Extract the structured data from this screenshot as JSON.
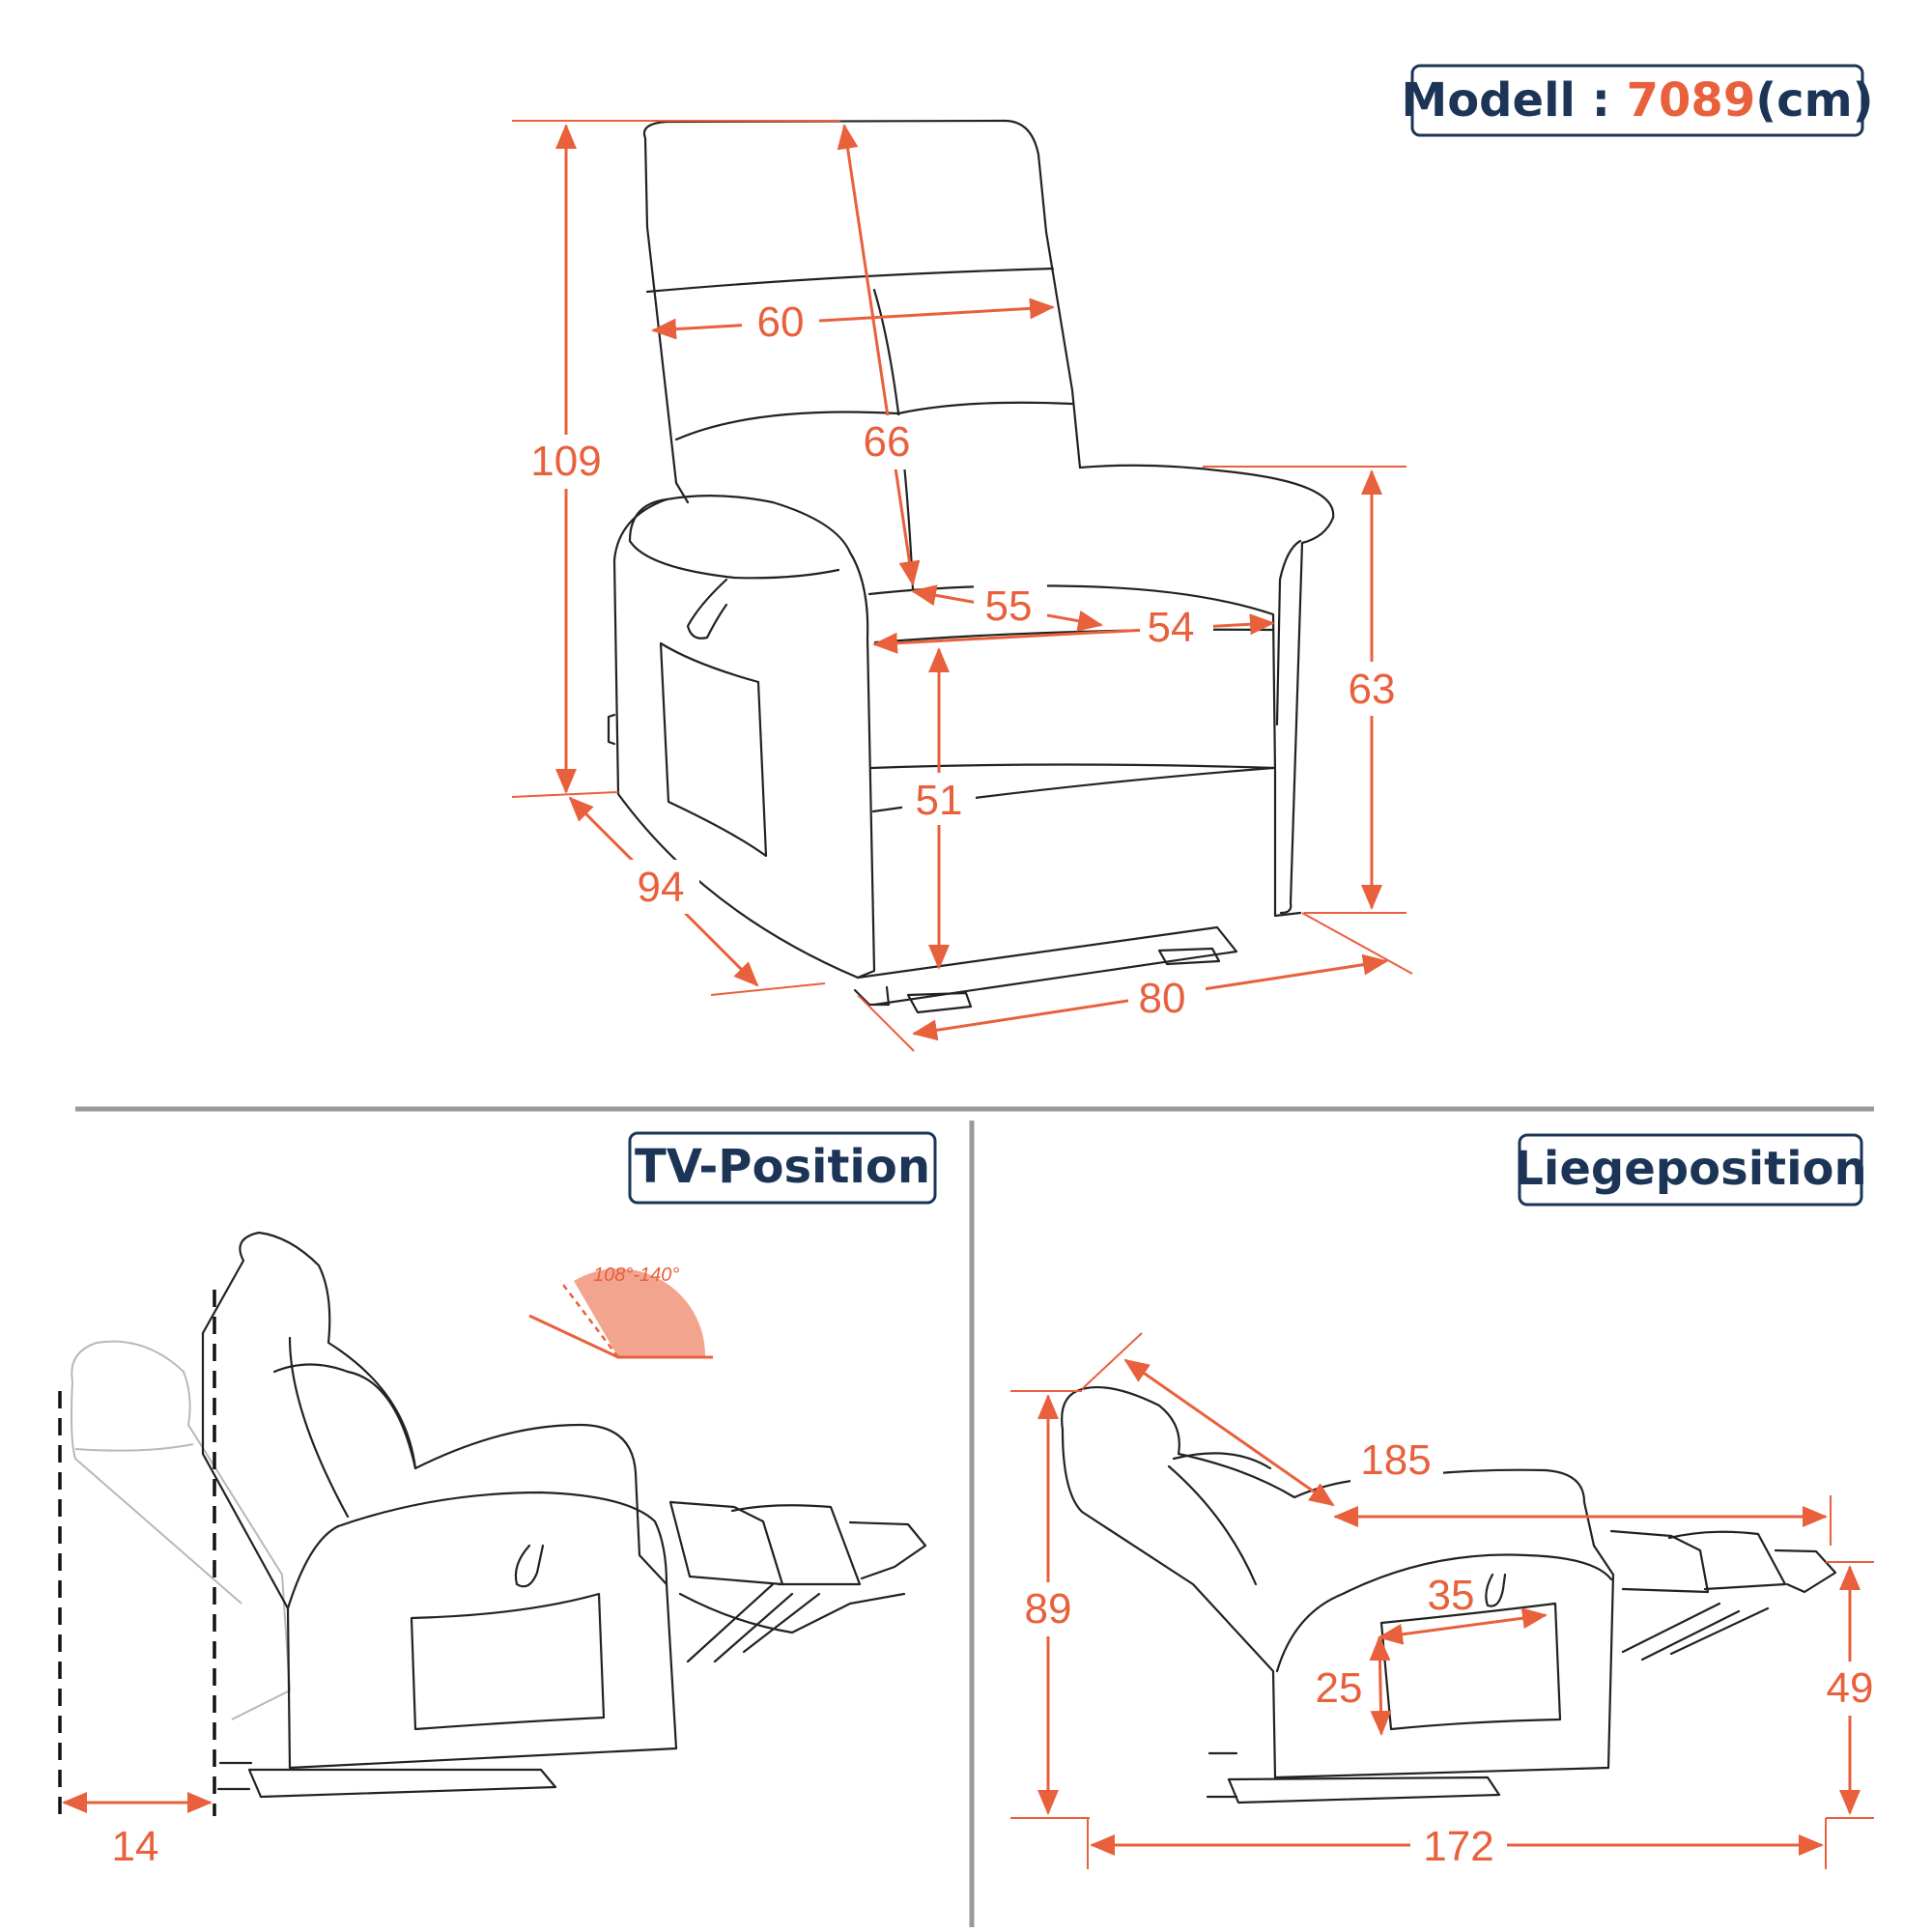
{
  "header": {
    "model_label": "Modell : ",
    "model_number": "7089",
    "unit": "(cm)"
  },
  "panels": {
    "tv_position": {
      "title": "TV-Position"
    },
    "recline_position": {
      "title": "Liegeposition"
    }
  },
  "dimensions": {
    "total_height": "109",
    "backrest_height": "66",
    "backrest_width": "60",
    "seat_depth": "55",
    "seat_width": "54",
    "seat_height": "51",
    "armrest_height": "63",
    "depth": "94",
    "width": "80",
    "wall_distance": "14",
    "recline_angle": "108°-140°",
    "reclined_length": "185",
    "reclined_height": "89",
    "reclined_footprint": "172",
    "footrest_height": "49",
    "pocket_width": "35",
    "pocket_height": "25"
  },
  "colors": {
    "accent": "#e8603c",
    "badge_border": "#1c3557",
    "line": "#222222",
    "divider": "#9a9a9a"
  }
}
